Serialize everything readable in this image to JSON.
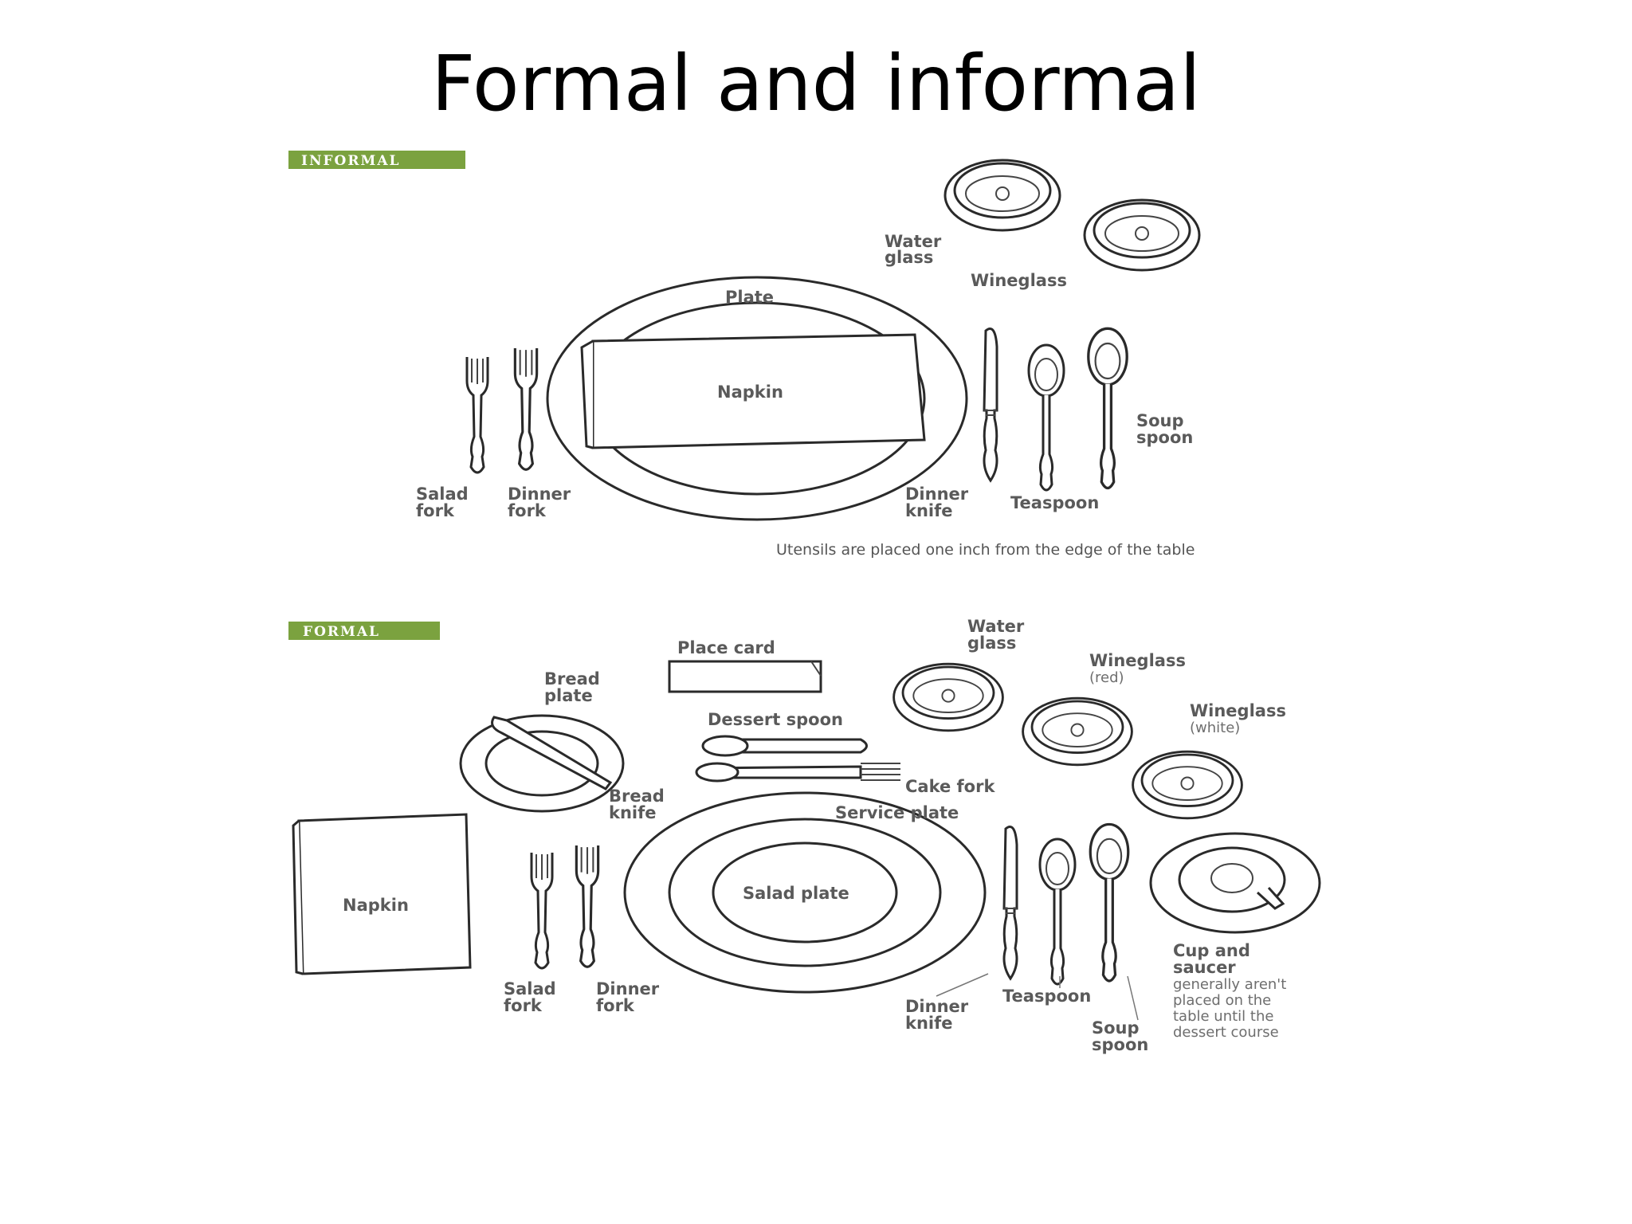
{
  "slide": {
    "title": "Formal and informal"
  },
  "informal": {
    "tag": "INFORMAL",
    "labels": {
      "water_glass": [
        "Water",
        "glass"
      ],
      "wineglass": "Wineglass",
      "plate": "Plate",
      "napkin": "Napkin",
      "soup_spoon": [
        "Soup",
        "spoon"
      ],
      "salad_fork": [
        "Salad",
        "fork"
      ],
      "dinner_fork": [
        "Dinner",
        "fork"
      ],
      "dinner_knife": [
        "Dinner",
        "knife"
      ],
      "teaspoon": "Teaspoon"
    },
    "note": "Utensils are placed one inch from the edge of the table"
  },
  "formal": {
    "tag": "FORMAL",
    "labels": {
      "place_card": "Place card",
      "water_glass": [
        "Water",
        "glass"
      ],
      "wineglass_red": "Wineglass",
      "wineglass_red_sub": "(red)",
      "wineglass_white": "Wineglass",
      "wineglass_white_sub": "(white)",
      "bread_plate": [
        "Bread",
        "plate"
      ],
      "dessert_spoon": "Dessert spoon",
      "cake_fork": "Cake fork",
      "bread_knife": [
        "Bread",
        "knife"
      ],
      "service_plate": "Service plate",
      "salad_plate": "Salad plate",
      "napkin": "Napkin",
      "salad_fork": [
        "Salad",
        "fork"
      ],
      "dinner_fork": [
        "Dinner",
        "fork"
      ],
      "dinner_knife": [
        "Dinner",
        "knife"
      ],
      "teaspoon": "Teaspoon",
      "soup_spoon": [
        "Soup",
        "spoon"
      ],
      "cup_and_saucer": [
        "Cup and",
        "saucer"
      ],
      "cup_note": [
        "generally aren't",
        "placed on the",
        "table until the",
        "dessert course"
      ]
    }
  },
  "colors": {
    "tag_green": "#7ba23f",
    "label_gray": "#5a5a5a",
    "line_dark": "#2a2a2a"
  }
}
